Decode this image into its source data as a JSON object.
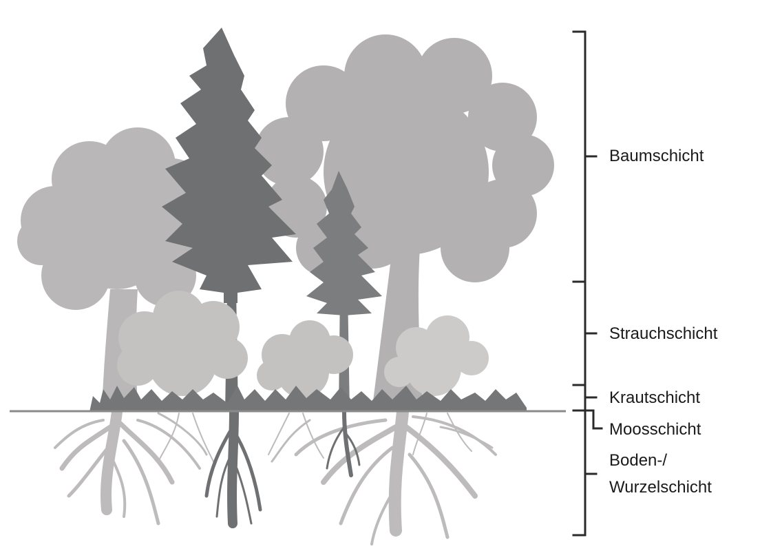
{
  "diagram": {
    "layers": [
      {
        "id": "baum",
        "lines": [
          "Baumschicht"
        ]
      },
      {
        "id": "strauch",
        "lines": [
          "Strauchschicht"
        ]
      },
      {
        "id": "kraut",
        "lines": [
          "Krautschicht"
        ]
      },
      {
        "id": "moos",
        "lines": [
          "Moosschicht"
        ]
      },
      {
        "id": "boden",
        "lines": [
          "Boden-/",
          "Wurzelschicht"
        ]
      }
    ],
    "colors": {
      "dark_conifer": "#6f7072",
      "mid_conifer": "#7c7d7f",
      "deciduous": "#b3b1b1",
      "deciduous_left": "#b9b7b7",
      "shrub": "#c4c1c1",
      "shrub_light": "#cdcaca",
      "herb": "#757677",
      "ground_line": "#8a8a8a",
      "roots_light": "#bdbbbb",
      "roots_dark": "#6f7072",
      "bracket": "#2a2a2a"
    }
  }
}
